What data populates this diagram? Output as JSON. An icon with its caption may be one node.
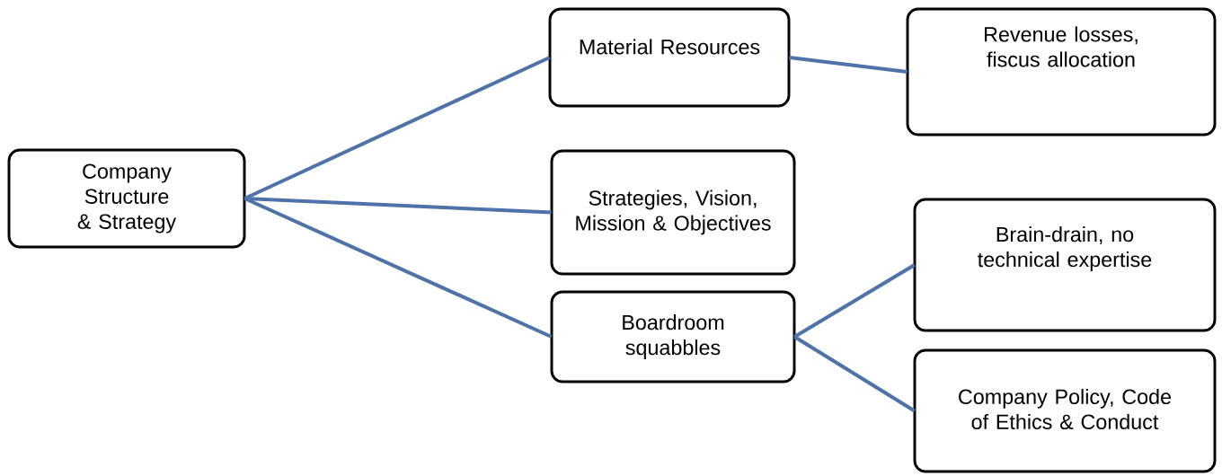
{
  "diagram": {
    "nodes": [
      {
        "text": [
          "Company Structure & Strategy"
        ]
      },
      {
        "text": [
          "Material Resources"
        ]
      },
      {
        "text": [
          "Revenue losses, fiscus allocation"
        ]
      },
      {
        "text": [
          "Strategies, Vision, Mission & Objectives"
        ]
      },
      {
        "text": [
          "Boardroom squabbles"
        ]
      },
      {
        "text": [
          "Brain-drain, no technical expertise"
        ]
      },
      {
        "text": [
          "Company Policy, Code of Ethics & Conduct"
        ]
      }
    ],
    "edges": [
      {
        "from": 0,
        "to": 1,
        "arrow": "none"
      },
      {
        "from": 0,
        "to": 3,
        "arrow": "none"
      },
      {
        "from": 0,
        "to": 4,
        "arrow": "none"
      },
      {
        "from": 1,
        "to": 2,
        "arrow": "none"
      },
      {
        "from": 4,
        "to": 5,
        "arrow": "none"
      },
      {
        "from": 4,
        "to": 6,
        "arrow": "none"
      }
    ]
  }
}
